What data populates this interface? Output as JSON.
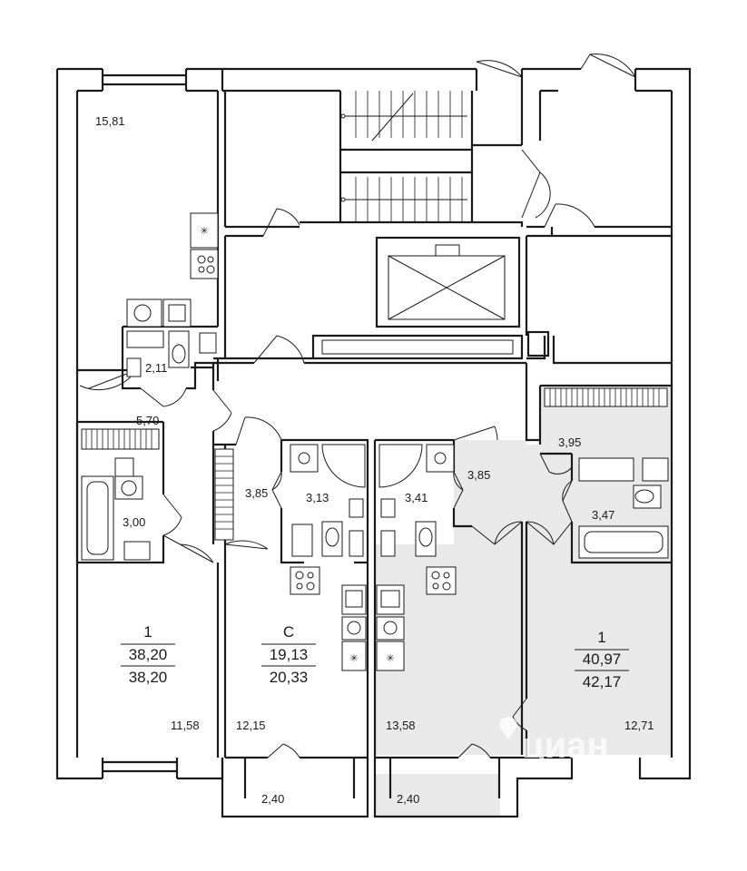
{
  "colors": {
    "wall": "#1a1a1a",
    "highlight": "#e9e9e9",
    "background": "#ffffff"
  },
  "rooms": {
    "left_kitchen": "15,81",
    "left_wc": "2,11",
    "left_hall": "5,70",
    "left_bath": "3,00",
    "left_living": "11,58",
    "studio_hall": "3,85",
    "studio_bath": "3,13",
    "studio_living": "12,15",
    "studio_balcony": "2,40",
    "mid_bath": "3,41",
    "mid_hall": "3,85",
    "mid_living": "13,58",
    "mid_balcony": "2,40",
    "right_hall": "3,95",
    "right_bath": "3,47",
    "right_living": "12,71"
  },
  "apartments": {
    "left": {
      "rooms": "1",
      "living_area": "38,20",
      "total_area": "38,20"
    },
    "studio": {
      "rooms": "С",
      "living_area": "19,13",
      "total_area": "20,33"
    },
    "right": {
      "rooms": "1",
      "living_area": "40,97",
      "total_area": "42,17"
    }
  },
  "icons": [
    "stove-icon",
    "sink-icon",
    "washer-icon",
    "bathtub-icon",
    "toilet-icon",
    "shower-icon",
    "fridge-icon",
    "fan-icon",
    "watermark-logo"
  ],
  "watermark": "циан"
}
